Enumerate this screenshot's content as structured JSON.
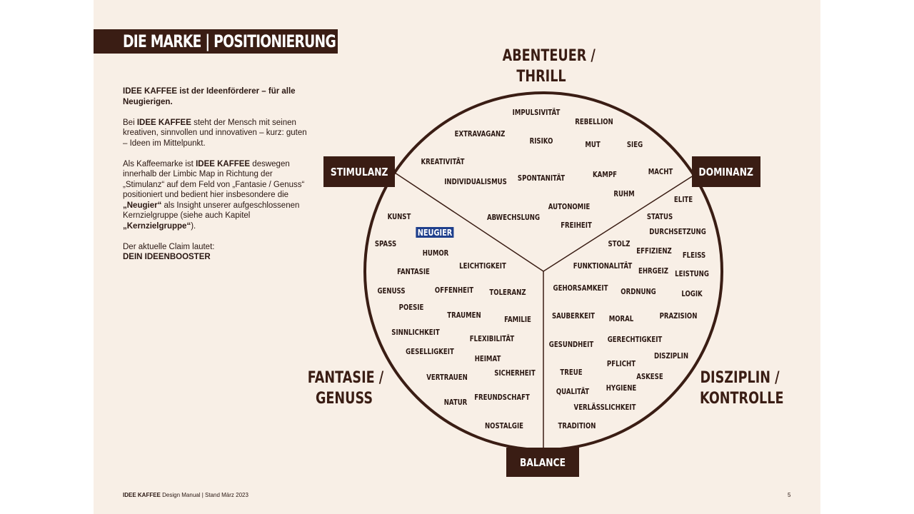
{
  "header": {
    "title": "DIE MARKE | POSITIONIERUNG"
  },
  "intro": {
    "p1_brand": "IDEE KAFFEE",
    "p1_rest": " ist der Ideenförderer – für alle Neugierigen.",
    "p2_pre": "Bei ",
    "p2_brand": "IDEE KAFFEE",
    "p2_rest": " steht der Mensch mit seinen kreativen, sinnvollen und innovativen – kurz: guten – Ideen im Mittelpunkt.",
    "p3_pre": "Als Kaffeemarke ist ",
    "p3_brand": "IDEE KAFFEE",
    "p3_mid": " deswegen innerhalb der Limbic Map in Richtung der „Stimulanz“ auf dem Feld von „Fantasie / Genuss“ positioniert und bedient hier insbesondere die ",
    "p3_neugier": "„Neugier“",
    "p3_mid2": " als Insight unserer aufgeschlossenen Kernzielgruppe (siehe auch Kapitel ",
    "p3_kern": "„Kernzielgruppe“",
    "p3_end": ").",
    "p4_label": "Der aktuelle Claim lautet:",
    "p4_claim": "DEIN IDEENBOOSTER"
  },
  "map": {
    "quadrant_top_line1": "ABENTEUER /",
    "quadrant_top_line2": "THRILL",
    "quadrant_left_line1": "FANTASIE /",
    "quadrant_left_line2": "GENUSS",
    "quadrant_right_line1": "DISZIPLIN /",
    "quadrant_right_line2": "KONTROLLE",
    "box_stimulanz": "STIMULANZ",
    "box_dominanz": "DOMINANZ",
    "box_balance": "BALANCE",
    "highlight_color": "#1f3f8c",
    "brand_color": "#3a1d14",
    "words": [
      "IMPULSIVITÄT",
      "REBELLION",
      "EXTRAVAGANZ",
      "RISIKO",
      "MUT",
      "SIEG",
      "KREATIVITÄT",
      "MACHT",
      "INDIVIDUALISMUS",
      "SPONTANITÄT",
      "KAMPF",
      "RUHM",
      "ELITE",
      "AUTONOMIE",
      "KUNST",
      "ABWECHSLUNG",
      "STATUS",
      "FREIHEIT",
      "DURCHSETZUNG",
      "NEUGIER",
      "SPASS",
      "STOLZ",
      "HUMOR",
      "EFFIZIENZ",
      "FLEISS",
      "LEICHTIGKEIT",
      "FUNKTIONALITÄT",
      "FANTASIE",
      "EHRGEIZ",
      "LEISTUNG",
      "GENUSS",
      "OFFENHEIT",
      "TOLERANZ",
      "GEHORSAMKEIT",
      "ORDNUNG",
      "LOGIK",
      "POESIE",
      "TRAUMEN",
      "FAMILIE",
      "SAUBERKEIT",
      "MORAL",
      "PRAZISION",
      "SINNLICHKEIT",
      "FLEXIBILITÄT",
      "GERECHTIGKEIT",
      "GESUNDHEIT",
      "GESELLIGKEIT",
      "DISZIPLIN",
      "HEIMAT",
      "PFLICHT",
      "VERTRAUEN",
      "SICHERHEIT",
      "TREUE",
      "ASKESE",
      "HYGIENE",
      "FREUNDSCHAFT",
      "QUALITÄT",
      "NATUR",
      "VERLÄSSLICHKEIT",
      "NOSTALGIE",
      "TRADITION"
    ]
  },
  "footer": {
    "brand": "IDEE KAFFEE",
    "rest": " Design Manual | Stand März 2023",
    "page": "5"
  }
}
